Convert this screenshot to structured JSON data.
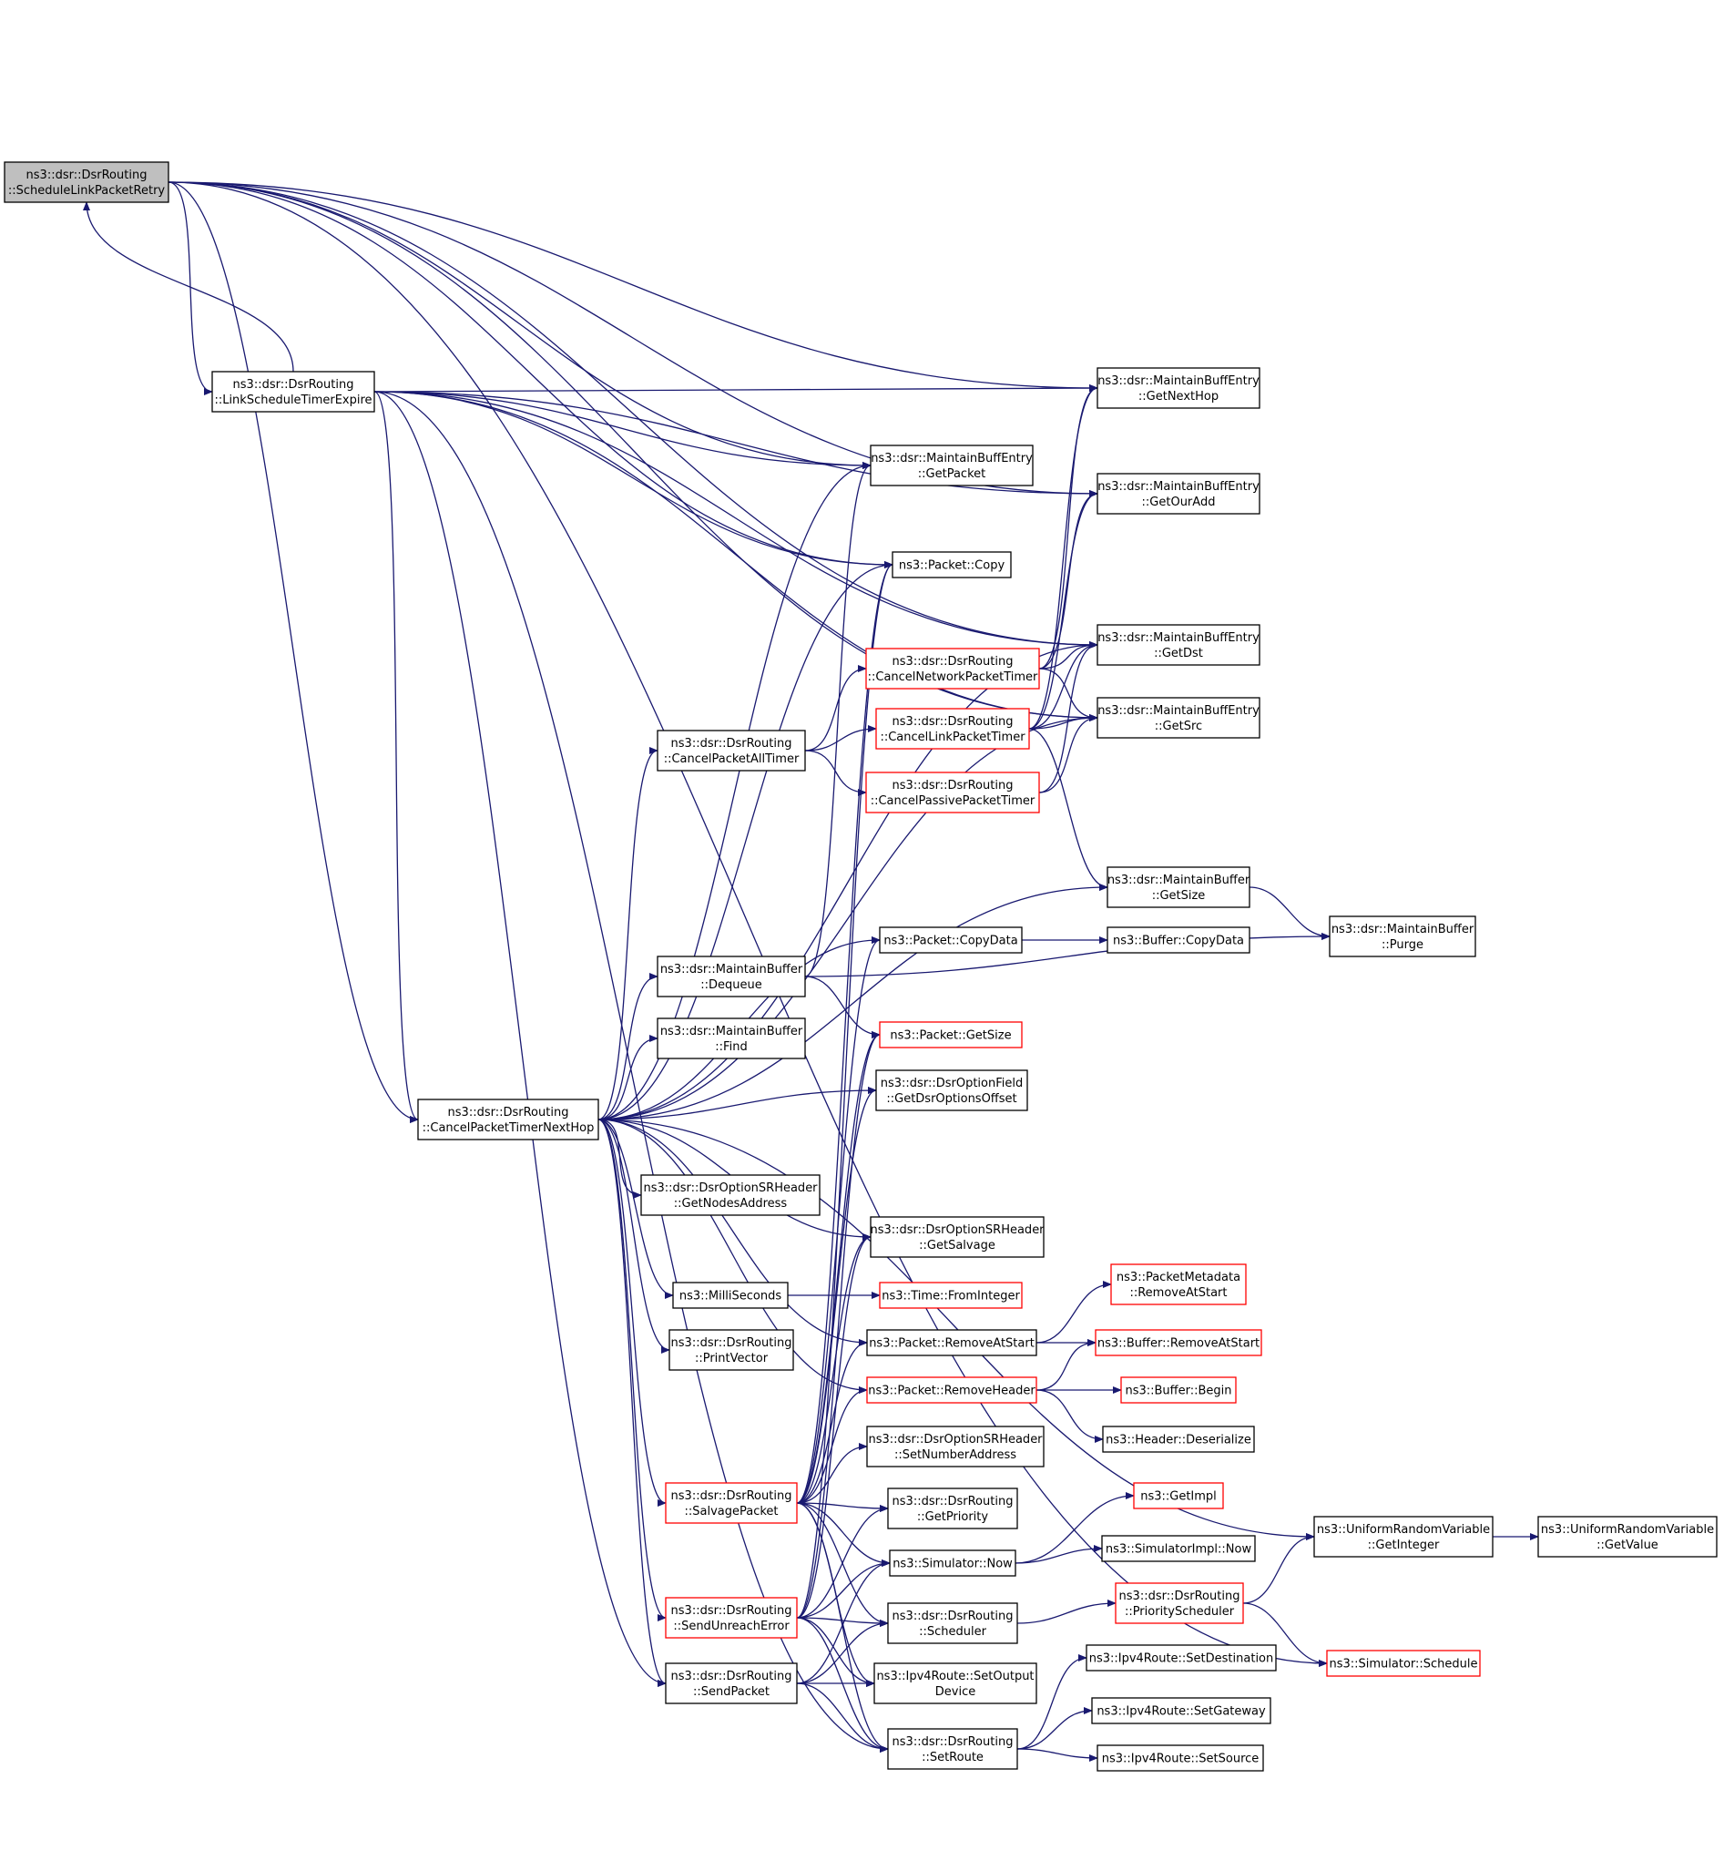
{
  "colors": {
    "edge": "#191970",
    "node_border": "#000000",
    "node_border_truncated": "#ff0000",
    "node_fill": "#ffffff",
    "root_fill": "#bfbfbf",
    "text": "#000000"
  },
  "nodes": [
    {
      "id": "n_root",
      "lines": [
        "ns3::dsr::DsrRouting",
        "::ScheduleLinkPacketRetry"
      ],
      "style": "root"
    },
    {
      "id": "n_lste",
      "lines": [
        "ns3::dsr::DsrRouting",
        "::LinkScheduleTimerExpire"
      ],
      "style": "normal"
    },
    {
      "id": "n_cptnh",
      "lines": [
        "ns3::dsr::DsrRouting",
        "::CancelPacketTimerNextHop"
      ],
      "style": "normal"
    },
    {
      "id": "n_getnexthop",
      "lines": [
        "ns3::dsr::MaintainBuffEntry",
        "::GetNextHop"
      ],
      "style": "normal"
    },
    {
      "id": "n_getpacket",
      "lines": [
        "ns3::dsr::MaintainBuffEntry",
        "::GetPacket"
      ],
      "style": "normal"
    },
    {
      "id": "n_getouradd",
      "lines": [
        "ns3::dsr::MaintainBuffEntry",
        "::GetOurAdd"
      ],
      "style": "normal"
    },
    {
      "id": "n_pktcopy",
      "lines": [
        "ns3::Packet::Copy"
      ],
      "style": "normal"
    },
    {
      "id": "n_getdst",
      "lines": [
        "ns3::dsr::MaintainBuffEntry",
        "::GetDst"
      ],
      "style": "normal"
    },
    {
      "id": "n_cancelnet",
      "lines": [
        "ns3::dsr::DsrRouting",
        "::CancelNetworkPacketTimer"
      ],
      "style": "truncated"
    },
    {
      "id": "n_getsrc",
      "lines": [
        "ns3::dsr::MaintainBuffEntry",
        "::GetSrc"
      ],
      "style": "normal"
    },
    {
      "id": "n_cancellink",
      "lines": [
        "ns3::dsr::DsrRouting",
        "::CancelLinkPacketTimer"
      ],
      "style": "truncated"
    },
    {
      "id": "n_cancelall",
      "lines": [
        "ns3::dsr::DsrRouting",
        "::CancelPacketAllTimer"
      ],
      "style": "normal"
    },
    {
      "id": "n_cancelpassive",
      "lines": [
        "ns3::dsr::DsrRouting",
        "::CancelPassivePacketTimer"
      ],
      "style": "truncated"
    },
    {
      "id": "n_mbgetsize",
      "lines": [
        "ns3::dsr::MaintainBuffer",
        "::GetSize"
      ],
      "style": "normal"
    },
    {
      "id": "n_copydata",
      "lines": [
        "ns3::Packet::CopyData"
      ],
      "style": "normal"
    },
    {
      "id": "n_bufcopydata",
      "lines": [
        "ns3::Buffer::CopyData"
      ],
      "style": "normal"
    },
    {
      "id": "n_purge",
      "lines": [
        "ns3::dsr::MaintainBuffer",
        "::Purge"
      ],
      "style": "normal"
    },
    {
      "id": "n_dequeue",
      "lines": [
        "ns3::dsr::MaintainBuffer",
        "::Dequeue"
      ],
      "style": "normal"
    },
    {
      "id": "n_pktgetsize",
      "lines": [
        "ns3::Packet::GetSize"
      ],
      "style": "truncated"
    },
    {
      "id": "n_find",
      "lines": [
        "ns3::dsr::MaintainBuffer",
        "::Find"
      ],
      "style": "normal"
    },
    {
      "id": "n_getdsroff",
      "lines": [
        "ns3::dsr::DsrOptionField",
        "::GetDsrOptionsOffset"
      ],
      "style": "normal"
    },
    {
      "id": "n_getnodesaddr",
      "lines": [
        "ns3::dsr::DsrOptionSRHeader",
        "::GetNodesAddress"
      ],
      "style": "normal"
    },
    {
      "id": "n_getsalvage",
      "lines": [
        "ns3::dsr::DsrOptionSRHeader",
        "::GetSalvage"
      ],
      "style": "normal"
    },
    {
      "id": "n_millis",
      "lines": [
        "ns3::MilliSeconds"
      ],
      "style": "normal"
    },
    {
      "id": "n_fromint",
      "lines": [
        "ns3::Time::FromInteger"
      ],
      "style": "truncated"
    },
    {
      "id": "n_pmremove",
      "lines": [
        "ns3::PacketMetadata",
        "::RemoveAtStart"
      ],
      "style": "truncated"
    },
    {
      "id": "n_printvec",
      "lines": [
        "ns3::dsr::DsrRouting",
        "::PrintVector"
      ],
      "style": "normal"
    },
    {
      "id": "n_pktremove",
      "lines": [
        "ns3::Packet::RemoveAtStart"
      ],
      "style": "normal"
    },
    {
      "id": "n_bufremove",
      "lines": [
        "ns3::Buffer::RemoveAtStart"
      ],
      "style": "truncated"
    },
    {
      "id": "n_removeheader",
      "lines": [
        "ns3::Packet::RemoveHeader"
      ],
      "style": "truncated"
    },
    {
      "id": "n_bufbegin",
      "lines": [
        "ns3::Buffer::Begin"
      ],
      "style": "truncated"
    },
    {
      "id": "n_deser",
      "lines": [
        "ns3::Header::Deserialize"
      ],
      "style": "normal"
    },
    {
      "id": "n_setnumaddr",
      "lines": [
        "ns3::dsr::DsrOptionSRHeader",
        "::SetNumberAddress"
      ],
      "style": "normal"
    },
    {
      "id": "n_salvage",
      "lines": [
        "ns3::dsr::DsrRouting",
        "::SalvagePacket"
      ],
      "style": "truncated"
    },
    {
      "id": "n_getimpl",
      "lines": [
        "ns3::GetImpl"
      ],
      "style": "truncated"
    },
    {
      "id": "n_getprio",
      "lines": [
        "ns3::dsr::DsrRouting",
        "::GetPriority"
      ],
      "style": "normal"
    },
    {
      "id": "n_simnow",
      "lines": [
        "ns3::Simulator::Now"
      ],
      "style": "normal"
    },
    {
      "id": "n_simimplnow",
      "lines": [
        "ns3::SimulatorImpl::Now"
      ],
      "style": "normal"
    },
    {
      "id": "n_urvgetint",
      "lines": [
        "ns3::UniformRandomVariable",
        "::GetInteger"
      ],
      "style": "normal"
    },
    {
      "id": "n_urvgetval",
      "lines": [
        "ns3::UniformRandomVariable",
        "::GetValue"
      ],
      "style": "normal"
    },
    {
      "id": "n_sendunreach",
      "lines": [
        "ns3::dsr::DsrRouting",
        "::SendUnreachError"
      ],
      "style": "truncated"
    },
    {
      "id": "n_prioscheduler",
      "lines": [
        "ns3::dsr::DsrRouting",
        "::PriorityScheduler"
      ],
      "style": "truncated"
    },
    {
      "id": "n_scheduler",
      "lines": [
        "ns3::dsr::DsrRouting",
        "::Scheduler"
      ],
      "style": "normal"
    },
    {
      "id": "n_setdest",
      "lines": [
        "ns3::Ipv4Route::SetDestination"
      ],
      "style": "normal"
    },
    {
      "id": "n_simschedule",
      "lines": [
        "ns3::Simulator::Schedule"
      ],
      "style": "truncated"
    },
    {
      "id": "n_sendpacket",
      "lines": [
        "ns3::dsr::DsrRouting",
        "::SendPacket"
      ],
      "style": "normal"
    },
    {
      "id": "n_setoutdev",
      "lines": [
        "ns3::Ipv4Route::SetOutput",
        "Device"
      ],
      "style": "normal"
    },
    {
      "id": "n_setgw",
      "lines": [
        "ns3::Ipv4Route::SetGateway"
      ],
      "style": "normal"
    },
    {
      "id": "n_setroute",
      "lines": [
        "ns3::dsr::DsrRouting",
        "::SetRoute"
      ],
      "style": "normal"
    },
    {
      "id": "n_setsrc",
      "lines": [
        "ns3::Ipv4Route::SetSource"
      ],
      "style": "normal"
    }
  ],
  "edges": [
    [
      "n_root",
      "n_lste"
    ],
    [
      "n_lste",
      "n_root"
    ],
    [
      "n_root",
      "n_getnexthop"
    ],
    [
      "n_root",
      "n_getpacket"
    ],
    [
      "n_root",
      "n_getouradd"
    ],
    [
      "n_root",
      "n_pktcopy"
    ],
    [
      "n_root",
      "n_getdst"
    ],
    [
      "n_root",
      "n_getsrc"
    ],
    [
      "n_root",
      "n_cptnh"
    ],
    [
      "n_root",
      "n_simschedule"
    ],
    [
      "n_lste",
      "n_getnexthop"
    ],
    [
      "n_lste",
      "n_getpacket"
    ],
    [
      "n_lste",
      "n_getouradd"
    ],
    [
      "n_lste",
      "n_pktcopy"
    ],
    [
      "n_lste",
      "n_getdst"
    ],
    [
      "n_lste",
      "n_getsrc"
    ],
    [
      "n_lste",
      "n_cptnh"
    ],
    [
      "n_lste",
      "n_setroute"
    ],
    [
      "n_lste",
      "n_sendpacket"
    ],
    [
      "n_cptnh",
      "n_getpacket"
    ],
    [
      "n_cptnh",
      "n_pktcopy"
    ],
    [
      "n_cptnh",
      "n_getdst"
    ],
    [
      "n_cptnh",
      "n_cancelall"
    ],
    [
      "n_cptnh",
      "n_getsrc"
    ],
    [
      "n_cptnh",
      "n_mbgetsize"
    ],
    [
      "n_cptnh",
      "n_copydata"
    ],
    [
      "n_cptnh",
      "n_dequeue"
    ],
    [
      "n_cptnh",
      "n_find"
    ],
    [
      "n_cptnh",
      "n_getdsroff"
    ],
    [
      "n_cptnh",
      "n_urvgetint"
    ],
    [
      "n_cptnh",
      "n_getnodesaddr"
    ],
    [
      "n_cptnh",
      "n_getsalvage"
    ],
    [
      "n_cptnh",
      "n_millis"
    ],
    [
      "n_cptnh",
      "n_printvec"
    ],
    [
      "n_cptnh",
      "n_pktremove"
    ],
    [
      "n_cptnh",
      "n_removeheader"
    ],
    [
      "n_cptnh",
      "n_salvage"
    ],
    [
      "n_cptnh",
      "n_sendunreach"
    ],
    [
      "n_cptnh",
      "n_sendpacket"
    ],
    [
      "n_cancelall",
      "n_cancelnet"
    ],
    [
      "n_cancelall",
      "n_cancellink"
    ],
    [
      "n_cancelall",
      "n_cancelpassive"
    ],
    [
      "n_cancelnet",
      "n_getnexthop"
    ],
    [
      "n_cancelnet",
      "n_getouradd"
    ],
    [
      "n_cancelnet",
      "n_getdst"
    ],
    [
      "n_cancelnet",
      "n_getsrc"
    ],
    [
      "n_cancellink",
      "n_getnexthop"
    ],
    [
      "n_cancellink",
      "n_getouradd"
    ],
    [
      "n_cancellink",
      "n_getdst"
    ],
    [
      "n_cancellink",
      "n_getsrc"
    ],
    [
      "n_cancellink",
      "n_mbgetsize"
    ],
    [
      "n_cancelpassive",
      "n_getdst"
    ],
    [
      "n_cancelpassive",
      "n_getsrc"
    ],
    [
      "n_mbgetsize",
      "n_purge"
    ],
    [
      "n_copydata",
      "n_bufcopydata"
    ],
    [
      "n_dequeue",
      "n_purge"
    ],
    [
      "n_dequeue",
      "n_getpacket"
    ],
    [
      "n_dequeue",
      "n_pktgetsize"
    ],
    [
      "n_millis",
      "n_fromint"
    ],
    [
      "n_pktremove",
      "n_pmremove"
    ],
    [
      "n_pktremove",
      "n_bufremove"
    ],
    [
      "n_removeheader",
      "n_bufremove"
    ],
    [
      "n_removeheader",
      "n_bufbegin"
    ],
    [
      "n_removeheader",
      "n_deser"
    ],
    [
      "n_salvage",
      "n_pktcopy"
    ],
    [
      "n_salvage",
      "n_copydata"
    ],
    [
      "n_salvage",
      "n_pktgetsize"
    ],
    [
      "n_salvage",
      "n_getdsroff"
    ],
    [
      "n_salvage",
      "n_getsalvage"
    ],
    [
      "n_salvage",
      "n_pktremove"
    ],
    [
      "n_salvage",
      "n_removeheader"
    ],
    [
      "n_salvage",
      "n_setnumaddr"
    ],
    [
      "n_salvage",
      "n_getprio"
    ],
    [
      "n_salvage",
      "n_simnow"
    ],
    [
      "n_salvage",
      "n_scheduler"
    ],
    [
      "n_salvage",
      "n_setoutdev"
    ],
    [
      "n_salvage",
      "n_setroute"
    ],
    [
      "n_sendunreach",
      "n_pktcopy"
    ],
    [
      "n_sendunreach",
      "n_pktgetsize"
    ],
    [
      "n_sendunreach",
      "n_getsalvage"
    ],
    [
      "n_sendunreach",
      "n_getprio"
    ],
    [
      "n_sendunreach",
      "n_simnow"
    ],
    [
      "n_sendunreach",
      "n_scheduler"
    ],
    [
      "n_sendunreach",
      "n_setoutdev"
    ],
    [
      "n_sendunreach",
      "n_setroute"
    ],
    [
      "n_sendpacket",
      "n_simnow"
    ],
    [
      "n_sendpacket",
      "n_scheduler"
    ],
    [
      "n_sendpacket",
      "n_setoutdev"
    ],
    [
      "n_sendpacket",
      "n_setroute"
    ],
    [
      "n_simnow",
      "n_getimpl"
    ],
    [
      "n_simnow",
      "n_simimplnow"
    ],
    [
      "n_scheduler",
      "n_prioscheduler"
    ],
    [
      "n_prioscheduler",
      "n_urvgetint"
    ],
    [
      "n_prioscheduler",
      "n_simschedule"
    ],
    [
      "n_urvgetint",
      "n_urvgetval"
    ],
    [
      "n_setroute",
      "n_setdest"
    ],
    [
      "n_setroute",
      "n_setgw"
    ],
    [
      "n_setroute",
      "n_setsrc"
    ]
  ]
}
